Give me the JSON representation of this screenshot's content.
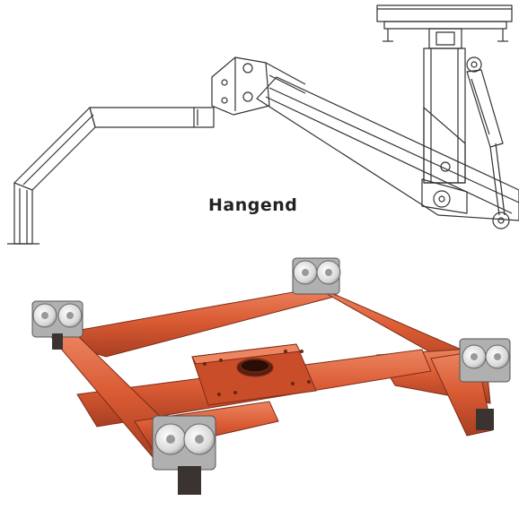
{
  "caption": "Hangend",
  "colors": {
    "frame": "#d95a33",
    "frame_dark": "#a83e22",
    "frame_light": "#ec8560",
    "line": "#333333",
    "roller": "#d8d8d8",
    "foot": "#3a3330"
  },
  "icons": {
    "drawing": "suspended-swing-arm-line-drawing",
    "photo": "trolley-frame-with-roller-carriages"
  }
}
